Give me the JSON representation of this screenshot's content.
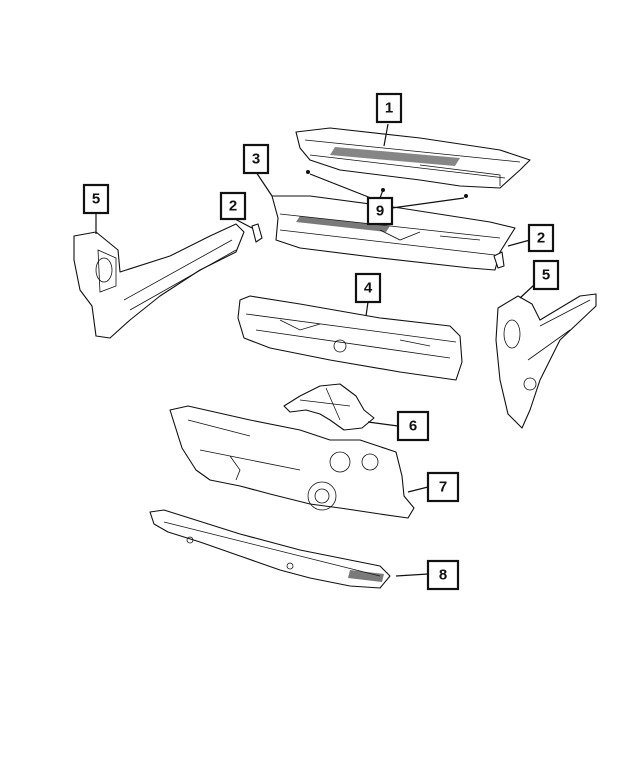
{
  "diagram": {
    "callouts": [
      {
        "id": "c1",
        "label": "1"
      },
      {
        "id": "c2a",
        "label": "2"
      },
      {
        "id": "c2b",
        "label": "2"
      },
      {
        "id": "c3",
        "label": "3"
      },
      {
        "id": "c4",
        "label": "4"
      },
      {
        "id": "c5a",
        "label": "5"
      },
      {
        "id": "c5b",
        "label": "5"
      },
      {
        "id": "c6",
        "label": "6"
      },
      {
        "id": "c7",
        "label": "7"
      },
      {
        "id": "c8",
        "label": "8"
      },
      {
        "id": "c9",
        "label": "9"
      }
    ]
  }
}
